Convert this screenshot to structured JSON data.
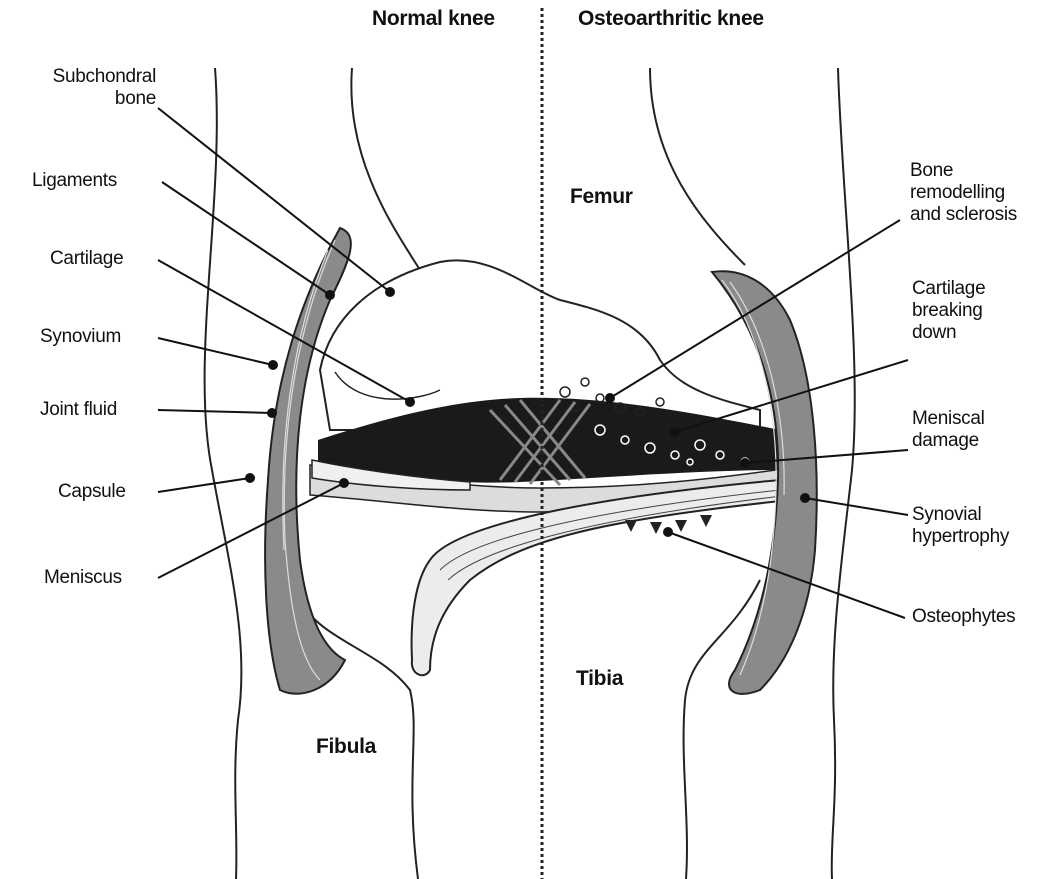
{
  "headers": {
    "left": "Normal knee",
    "right": "Osteoarthritic knee"
  },
  "regions": {
    "femur": "Femur",
    "tibia": "Tibia",
    "fibula": "Fibula"
  },
  "left_labels": {
    "subchondral_1": "Subchondral",
    "subchondral_2": "bone",
    "ligaments": "Ligaments",
    "cartilage": "Cartilage",
    "synovium": "Synovium",
    "joint_fluid": "Joint fluid",
    "capsule": "Capsule",
    "meniscus": "Meniscus"
  },
  "right_labels": {
    "bone_1": "Bone",
    "bone_2": "remodelling",
    "bone_3": "and sclerosis",
    "cartilage_1": "Cartilage",
    "cartilage_2": "breaking",
    "cartilage_3": "down",
    "meniscal_1": "Meniscal",
    "meniscal_2": "damage",
    "synovial_1": "Synovial",
    "synovial_2": "hypertrophy",
    "osteophytes": "Osteophytes"
  },
  "colors": {
    "ink": "#111111",
    "dark_cartilage": "#1a1a1a",
    "meniscus_gray": "#dcdcdc",
    "capsule_gray": "#8a8a8a"
  }
}
